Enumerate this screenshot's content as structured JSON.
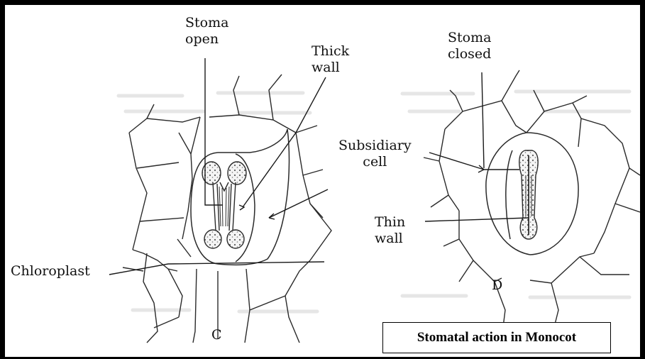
{
  "figure": {
    "left_labels": {
      "stoma_state": "Stoma\nopen",
      "wall_type": "Thick\nwall",
      "chloroplast": "Chloroplast",
      "panel": "C"
    },
    "right_labels": {
      "stoma_state": "Stoma\nclosed",
      "subsidiary_cell": "Subsidiary\ncell",
      "wall_type": "Thin\nwall",
      "panel": "D"
    },
    "caption": "Stomatal action in Monocot"
  },
  "colors": {
    "line": "#2a2a2a",
    "stipple": "#6a6a6a",
    "ghost": "#e4e4e4"
  }
}
